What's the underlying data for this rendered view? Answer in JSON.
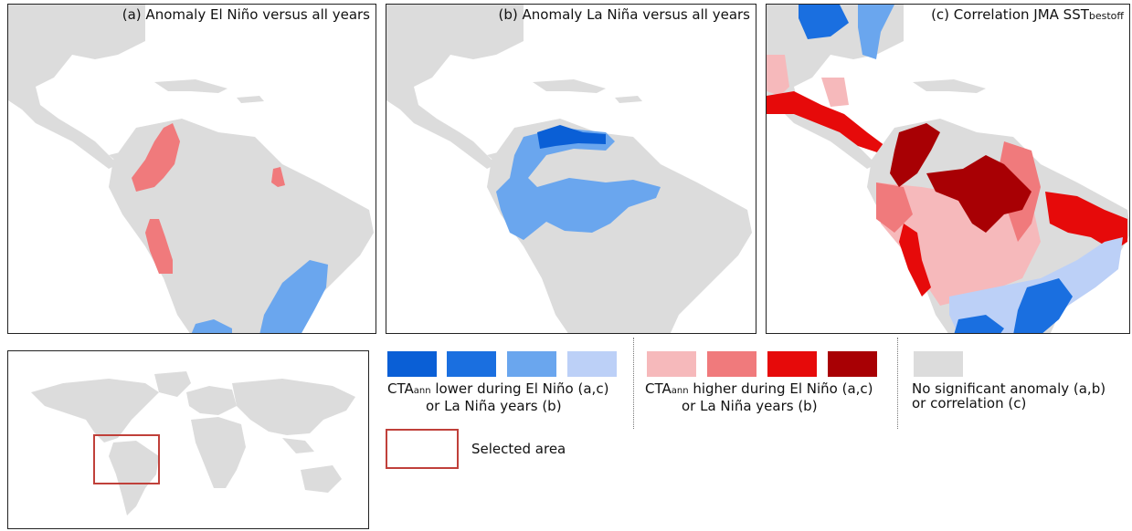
{
  "panels": {
    "a": {
      "title": "(a) Anomaly El Niño versus all years"
    },
    "b": {
      "title": "(b) Anomaly La Niña versus all years"
    },
    "c": {
      "title_main": "(c) Correlation JMA SST",
      "title_sub": "bestoff"
    }
  },
  "colors": {
    "land": "#dcdcdc",
    "blue_dark": "#0a5fd6",
    "blue_mid": "#1a6fe0",
    "blue_light": "#6aa6ee",
    "blue_pale": "#bcd0f7",
    "red_pale": "#f6b9bb",
    "red_mid": "#f07a7c",
    "red_bright": "#e60a0a",
    "red_dark": "#a80004",
    "no_sig": "#dcdcdc",
    "selection": "#c0403a"
  },
  "legend": {
    "lower_prefix": "CTA",
    "lower_sub": "ann",
    "lower_line1": " lower during El Niño (a,c)",
    "lower_line2": "or La Niña years (b)",
    "higher_prefix": "CTA",
    "higher_sub": "ann",
    "higher_line1": " higher during El Niño (a,c)",
    "higher_line2": "or La Niña years (b)",
    "nosig_line1": "No significant anomaly (a,b)",
    "nosig_line2": "or correlation (c)",
    "selected_area": "Selected area"
  }
}
